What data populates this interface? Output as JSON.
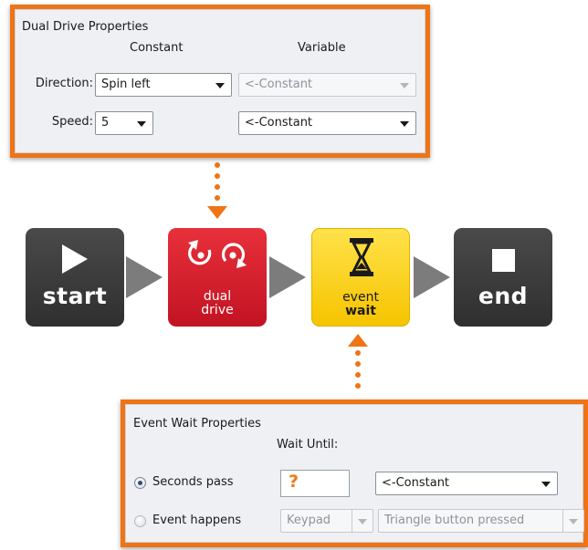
{
  "dual_drive_panel": {
    "title": "Dual Drive Properties",
    "col_constant": "Constant",
    "col_variable": "Variable",
    "direction_label": "Direction:",
    "direction_value": "Spin left",
    "direction_variable": "<-Constant",
    "speed_label": "Speed:",
    "speed_value": "5",
    "speed_variable": "<-Constant"
  },
  "flow": {
    "start_label": "start",
    "dual_drive_line1": "dual",
    "dual_drive_line2": "drive",
    "event_wait_line1": "event",
    "event_wait_line2": "wait",
    "end_label": "end"
  },
  "event_wait_panel": {
    "title": "Event Wait Properties",
    "col_wait_until": "Wait Until:",
    "seconds_label": "Seconds pass",
    "seconds_value": "?",
    "seconds_variable": "<-Constant",
    "event_label": "Event happens",
    "event_source": "Keypad",
    "event_trigger": "Triangle button pressed",
    "selected_option": "Seconds pass"
  },
  "colors": {
    "accent": "#ee7416",
    "dual_drive": "#d41f2c",
    "event_wait": "#f8cc10",
    "block_dark": "#3a3a3a"
  },
  "icons": [
    "play-icon",
    "rotate-icon",
    "hourglass-icon",
    "stop-icon"
  ]
}
